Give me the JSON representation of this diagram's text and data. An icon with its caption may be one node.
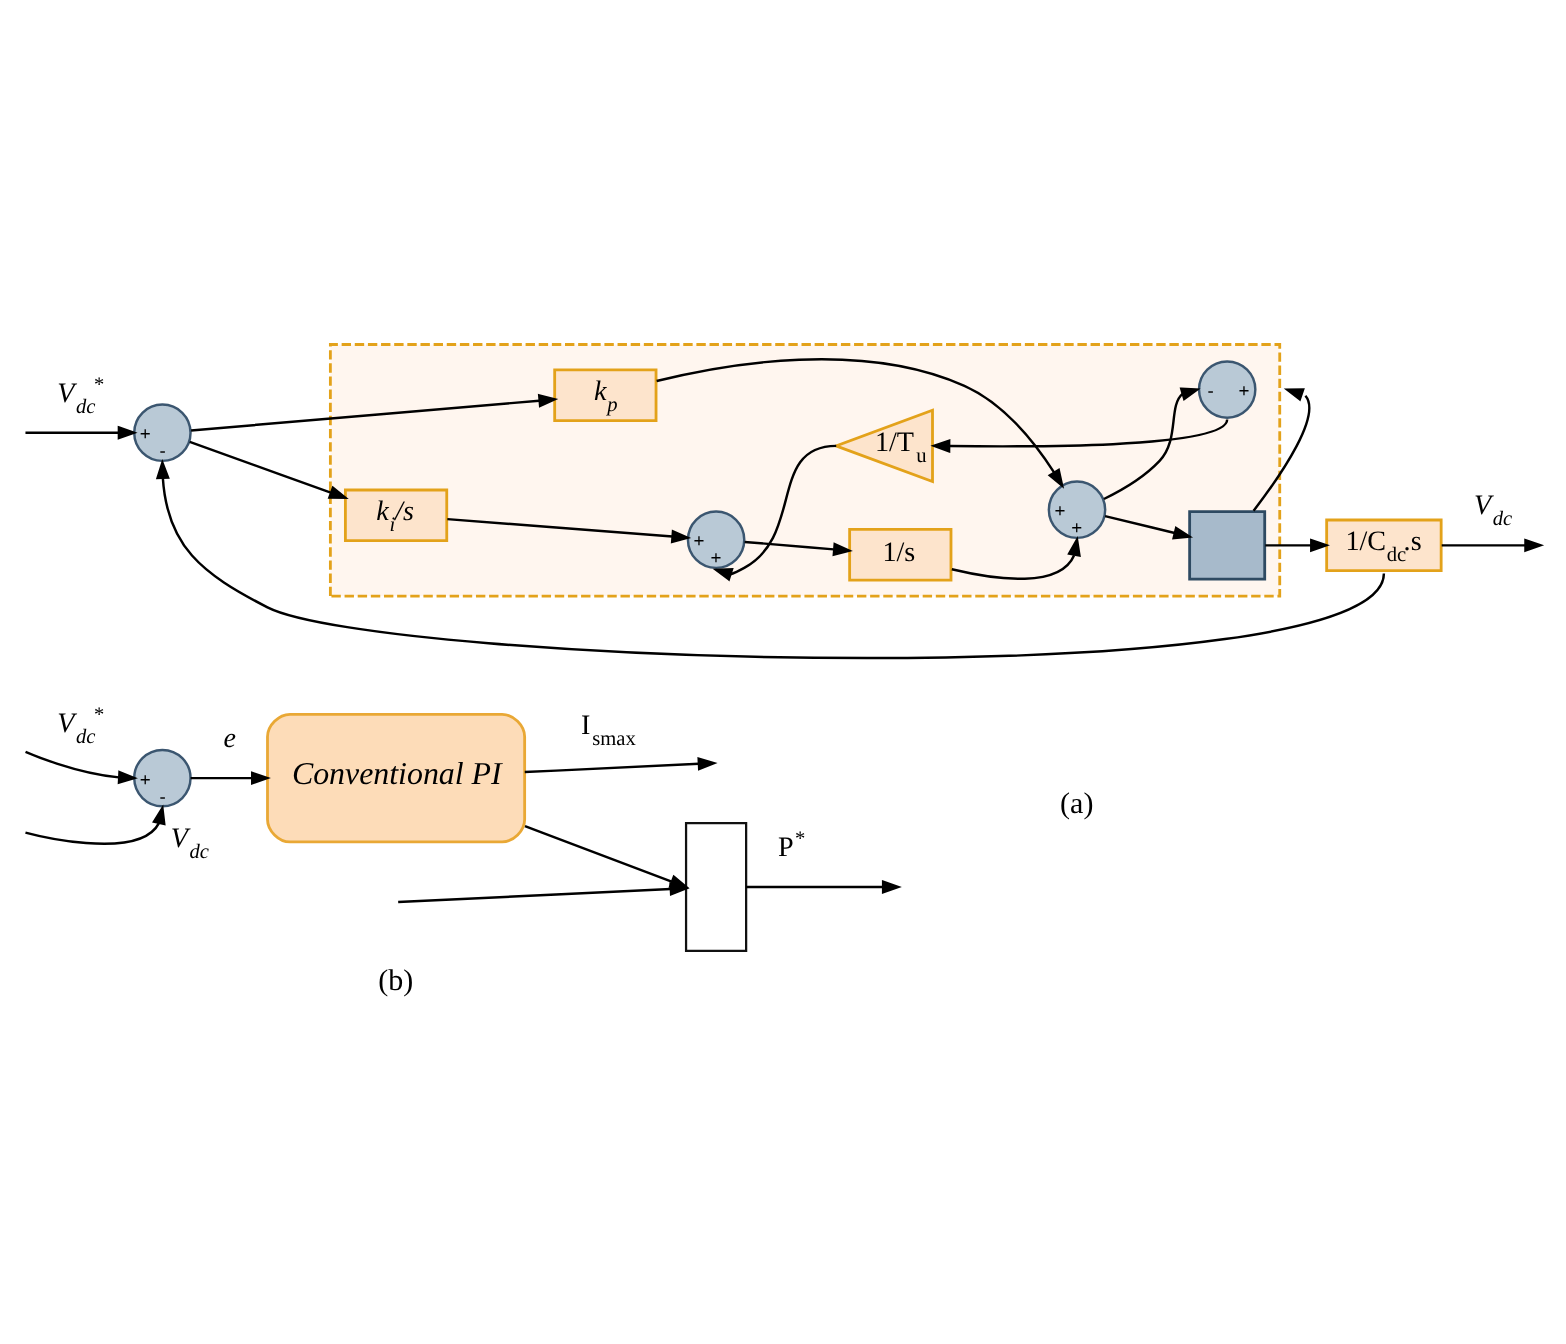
{
  "diagram": {
    "nodes": [
      {
        "text": [
          "+",
          "-"
        ]
      },
      {
        "text": [],
        "shape": "box"
      },
      {
        "text": [
          "k$_{p}$"
        ],
        "in": 1
      },
      {
        "text": [
          "+",
          "+"
        ],
        "in": 1
      },
      {
        "text": [],
        "shape": "box",
        "in": 1
      },
      {
        "text": [
          "k$_{i}$/s"
        ],
        "in": 1
      },
      {
        "text": [
          "+",
          "+"
        ],
        "in": 1
      },
      {
        "text": [
          "1/s"
        ],
        "in": 1
      },
      {
        "text": [
          "-",
          "+"
        ],
        "in": 1
      },
      {
        "text": [
          "1/T$_{u}$"
        ],
        "in": 1
      },
      {
        "text": [
          "1/C$_{dc}$.s"
        ]
      },
      {
        "text": [
          "+",
          "-"
        ]
      },
      {
        "text": [
          "Conventional PI"
        ]
      },
      {
        "text": [],
        "shape": "box"
      }
    ],
    "edges": [
      {
        "from": null,
        "to": 0,
        "arrow": "to",
        "label": "V$_{dc}$$^{*}$"
      },
      {
        "from": 0,
        "to": 2,
        "arrow": "to"
      },
      {
        "from": 0,
        "to": 5,
        "arrow": "to"
      },
      {
        "from": 2,
        "to": 3,
        "arrow": "to"
      },
      {
        "from": 5,
        "to": 6,
        "arrow": "to"
      },
      {
        "from": 6,
        "to": 7,
        "arrow": "to"
      },
      {
        "from": 7,
        "to": 3,
        "arrow": "to"
      },
      {
        "from": 3,
        "to": 4,
        "arrow": "to"
      },
      {
        "from": 3,
        "to": 8,
        "arrow": "to"
      },
      {
        "from": 4,
        "to": 10,
        "arrow": "to"
      },
      {
        "from": 4,
        "to": 8,
        "arrow": "to"
      },
      {
        "from": 8,
        "to": 9,
        "arrow": "to"
      },
      {
        "from": 9,
        "to": 6,
        "arrow": "to"
      },
      {
        "from": 10,
        "to": null,
        "arrow": "to",
        "label": "V$_{dc}$"
      },
      {
        "from": 10,
        "to": 0,
        "arrow": "to"
      },
      {
        "from": null,
        "to": 11,
        "arrow": "to",
        "label": "V$_{dc}$"
      },
      {
        "from": null,
        "to": 11,
        "arrow": "to",
        "label": "V$_{dc}$$^{*}$"
      },
      {
        "from": null,
        "to": 13,
        "arrow": "to"
      },
      {
        "from": 11,
        "to": 12,
        "arrow": "to",
        "label": "e"
      },
      {
        "from": 12,
        "to": null,
        "arrow": "to",
        "label": "I$_{smax}$"
      },
      {
        "from": 12,
        "to": 13,
        "arrow": "to"
      },
      {
        "from": 13,
        "to": null,
        "arrow": "to",
        "label": "P$^{*}$"
      }
    ],
    "labels": [
      "(a)",
      "(b)"
    ]
  }
}
